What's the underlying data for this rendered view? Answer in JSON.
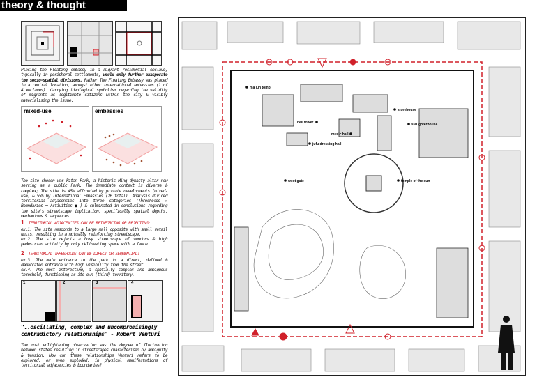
{
  "header": {
    "title": "theory & thought"
  },
  "intro": {
    "text_a": "Placing the Floating embassy in a migrant residential enclave, typically in peripheral settlements, ",
    "text_bold": "would only further exasperate the socio-spatial divisions.",
    "text_b": " Rather The Floating Embassy was placed in a central location, amongst other international embassies (1 of 4 enclaves). Carrying ideological symbolism regarding the validity of migrants as legitimate citizens within the city & visibly materialising the issue."
  },
  "diagrams": [
    {
      "label": "mixed-use"
    },
    {
      "label": "embassies"
    }
  ],
  "site": {
    "text": "The site chosen was Ritan Park, a historic Ming dynasty altar now serving as a public Park. The immediate context is diverse & complex; The site is 45% affronted by private developments (mixed-use) & 55% by International Embassies (26 total). Analysis divided territorial adjacencies into three categories (Thresholds ▸ Boundaries ━ Activities ● ) & culminated in conclusions regarding the site's streetscape implication, specifically spatial depths, mechanisms & sequences."
  },
  "findings": [
    {
      "num": "1",
      "heading": "TERRITORIAL ADJACENCIES CAN BE REINFORCING OR REJECTING:",
      "items": [
        "ex.1: The site responds to a large mall opposite with small retail units, resulting in a mutually reinforcing streetscape.",
        "ex.2: The site rejects a busy streetscape of vendors & high pedestrian activity by only delineating space with a fence."
      ]
    },
    {
      "num": "2",
      "heading": "TERRITORIAL THRESHOLDS CAN BE DIRECT OR SEQUENTIAL:",
      "items": [
        "ex.3: The main entrance to the park is a direct, defined & demarcated entrance with high visibility from the street.",
        "ex.4: The most interesting; a spatially complex and ambiguous threshold, functioning as its own (third) territory."
      ]
    }
  ],
  "examples": [
    "1",
    "2",
    "3",
    "4"
  ],
  "quote": {
    "text": "\"..oscillating, complex and uncompromisingly contradictory relationships\" - Robert Venturi"
  },
  "conclusion": {
    "text": "The most enlightening observation was the degree of fluctuation between states resulting in streetscapes characterised by ambiguity & tension. How can these relationships Venturi refers to be explored, or even exploded, in physical manifestations of territorial adjacencies & boundaries?"
  },
  "map": {
    "labels": [
      "ma jun tomb",
      "storehouse",
      "bell tower",
      "slaughterhouse",
      "music hall",
      "jufu dressing hall",
      "west gate",
      "temple of the sun"
    ]
  },
  "colors": {
    "accent": "#d0202a"
  }
}
